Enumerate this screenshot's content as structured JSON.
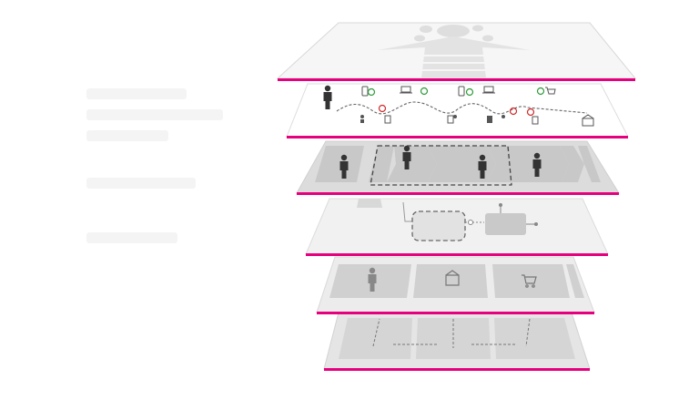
{
  "diagram": {
    "accent_color": "#e6007e",
    "layers": [
      {
        "id": "vision",
        "content": "arrow-with-bubbles"
      },
      {
        "id": "customer-journey",
        "content": "journey-with-touchpoints",
        "icons": [
          "person-icon",
          "mobile-icon",
          "smiley-happy-icon",
          "laptop-icon",
          "smiley-sad-icon",
          "document-icon",
          "cart-icon",
          "package-icon"
        ]
      },
      {
        "id": "value-streams",
        "content": "chevrons-with-people",
        "icons": [
          "person-icon"
        ]
      },
      {
        "id": "processes",
        "content": "dashed-process-flow"
      },
      {
        "id": "capabilities",
        "content": "panels-with-icons",
        "icons": [
          "person-icon",
          "package-icon",
          "cart-icon"
        ]
      },
      {
        "id": "infrastructure",
        "content": "grid-with-arrows"
      }
    ]
  }
}
